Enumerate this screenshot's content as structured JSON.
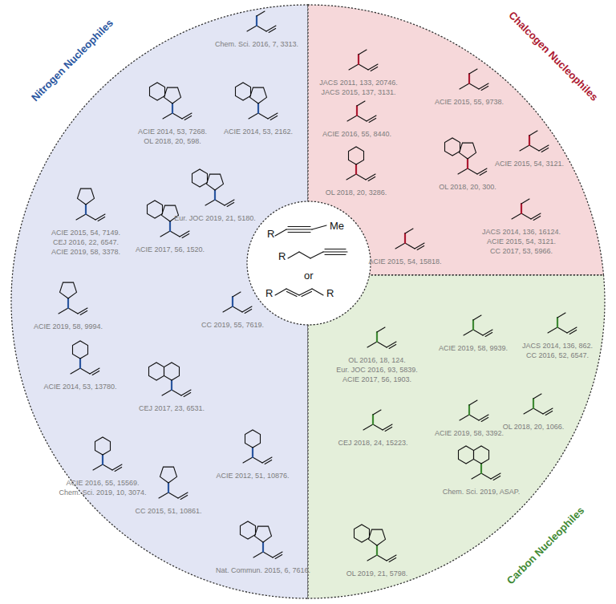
{
  "diagram": {
    "nodes": [
      {
        "text": [
          "Nitrogen Nucleophiles"
        ]
      },
      {
        "text": [
          "Chalcogen Nucleophiles"
        ]
      },
      {
        "text": [
          "Carbon Nucleophiles"
        ]
      },
      {
        "text": [
          "R",
          "Me",
          "R",
          "or",
          "R",
          "R"
        ]
      }
    ],
    "labels": [
      "Chem. Sci. 2016, 7, 3313.",
      "ACIE 2014, 53, 7268.",
      "OL 2018, 20, 598.",
      "ACIE 2014, 53, 2162.",
      "ACIE 2015, 54, 7149.",
      "CEJ 2016, 22, 6547.",
      "ACIE 2019, 58, 3378.",
      "Eur. JOC 2019, 21, 5180.",
      "ACIE 2017, 56, 1520.",
      "ACIE 2019, 58, 9994.",
      "CC 2019, 55, 7619.",
      "ACIE 2014, 53, 13780.",
      "CEJ 2017, 23, 6531.",
      "ACIE 2016, 55, 15569.",
      "Chem. Sci. 2019, 10, 3074.",
      "ACIE 2012, 51, 10876.",
      "CC 2015, 51, 10861.",
      "Nat. Commun. 2015, 6, 7616.",
      "JACS 2011, 133, 20746.",
      "JACS 2015, 137, 3131.",
      "ACIE 2015, 55, 9738.",
      "ACIE 2016, 55, 8440.",
      "OL 2018, 20, 3286.",
      "OL 2018, 20, 300.",
      "ACIE 2015, 54, 3121.",
      "ACIE 2015, 54, 15818.",
      "JACS 2014, 136, 16124.",
      "ACIE 2015, 54, 3121.",
      "CC 2017, 53, 5966.",
      "OL 2016, 18, 124.",
      "Eur. JOC 2016, 93, 5839.",
      "ACIE 2017, 56, 1903.",
      "ACIE 2019, 58, 9939.",
      "JACS 2014, 136, 862.",
      "CC 2016, 52, 6547.",
      "CEJ 2018, 24, 15223.",
      "ACIE 2019, 58, 3392.",
      "OL 2018, 20, 1066.",
      "Chem. Sci. 2019, ASAP.",
      "OL 2019, 21, 5798."
    ]
  }
}
